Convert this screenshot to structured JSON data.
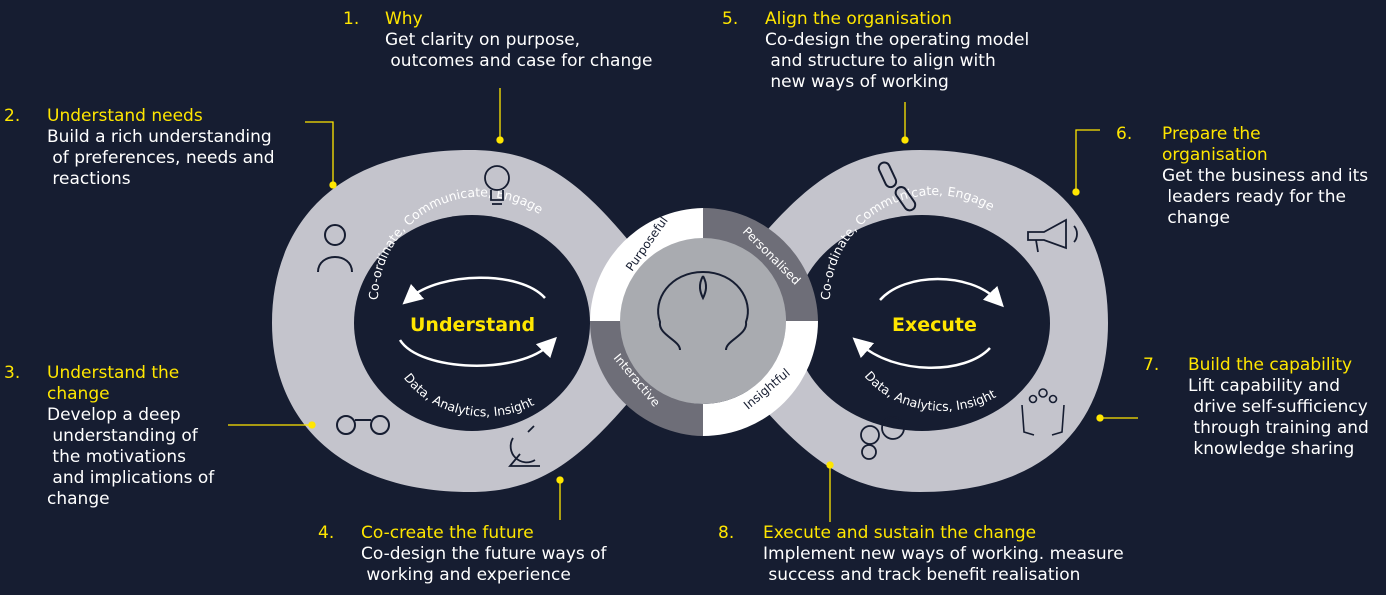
{
  "colors": {
    "background": "#161d31",
    "infinity": "#c4c4cc",
    "loop_inner": "#161d31",
    "accent": "#ffe600",
    "ring_dark": "#6e6e78",
    "ring_light": "#ffffff",
    "center": "#a9abb0"
  },
  "steps": [
    {
      "num": "1.",
      "title": "Why",
      "desc": "Get clarity on purpose,\n outcomes and case for change"
    },
    {
      "num": "2.",
      "title": "Understand needs",
      "desc": "Build a rich understanding\n of preferences, needs and\n reactions"
    },
    {
      "num": "3.",
      "title": "Understand the\nchange",
      "desc": "Develop a deep\n understanding of\n the motivations\n and implications of\nchange"
    },
    {
      "num": "4.",
      "title": "Co-create the future",
      "desc": "Co-design the future ways of\n working and experience"
    },
    {
      "num": "5.",
      "title": "Align the organisation",
      "desc": "Co-design the operating model\n and structure to align with\n new ways of working"
    },
    {
      "num": "6.",
      "title": "Prepare the\norganisation",
      "desc": "Get the business and its\n leaders ready for the\n change"
    },
    {
      "num": "7.",
      "title": "Build the capability",
      "desc": "Lift capability and\n drive self-sufficiency\n through training and\n knowledge sharing"
    },
    {
      "num": "8.",
      "title": "Execute and sustain the change",
      "desc": "Implement new ways of working. measure\n success and track benefit realisation"
    }
  ],
  "loops": {
    "left_label": "Understand",
    "right_label": "Execute",
    "top_arc_text": "Co-ordinate, Communicate, Engage",
    "bottom_arc_text": "Data, Analytics, Insight"
  },
  "ring": {
    "segments": [
      "Purposeful",
      "Personalised",
      "Insightful",
      "Interactive"
    ]
  },
  "icons": [
    "person-icon",
    "lightbulb-icon",
    "binoculars-icon",
    "satellite-dish-icon",
    "chain-link-icon",
    "megaphone-icon",
    "gears-icon",
    "hands-team-icon",
    "head-icon"
  ]
}
